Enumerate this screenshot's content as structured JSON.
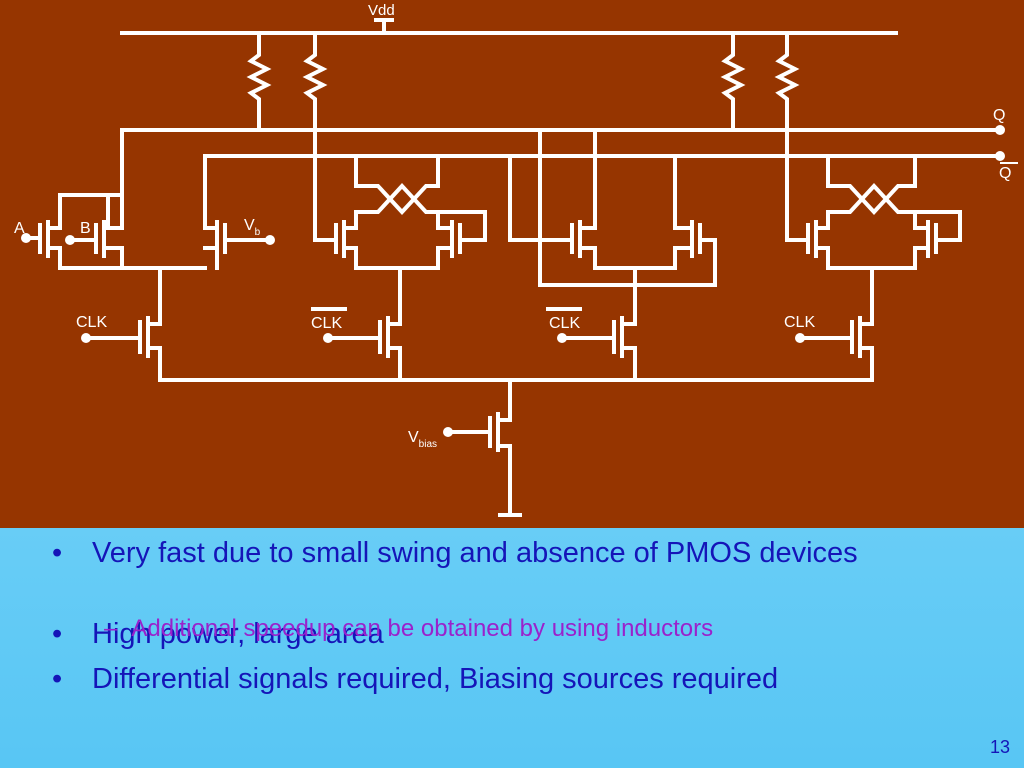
{
  "schematic": {
    "labels": {
      "vdd": "Vdd",
      "q": "Q",
      "qbar": "Q",
      "a": "A",
      "b": "B",
      "vb_main": "V",
      "vb_sub": "b",
      "clk1": "CLK",
      "clkbar1": "CLK",
      "clkbar2": "CLK",
      "clk2": "CLK",
      "vbias_main": "V",
      "vbias_sub": "bias"
    },
    "colors": {
      "background": "#963500",
      "wire": "#ffffff"
    }
  },
  "bullets": [
    "Very fast due to small swing and absence of PMOS devices",
    "High power, large area",
    "Differential signals required, Biasing sources required"
  ],
  "subbullet": "Additional speedup can be obtained by using inductors",
  "bullet_char": "•",
  "sub_char": "–",
  "page_number": "13"
}
